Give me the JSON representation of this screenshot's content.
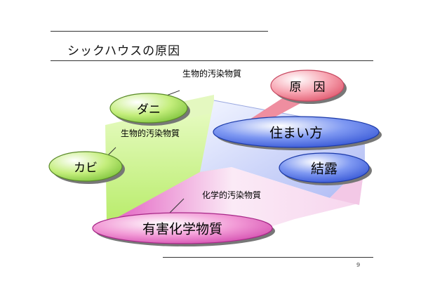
{
  "slide": {
    "title": "シックハウスの原因",
    "page_number": "9"
  },
  "labels": {
    "biological_top": "生物的汚染物質",
    "biological_mid": "生物的汚染物質",
    "chemical": "化学的汚染物質"
  },
  "ovals": {
    "cause": "原　因",
    "mite": "ダニ",
    "mold": "カビ",
    "living": "住まい方",
    "condensation": "結露",
    "chemicals": "有害化学物質"
  },
  "colors": {
    "green": "#c8f07a",
    "blue": "#5a78e8",
    "pink": "#f27fc8",
    "cause_red": "#f07a8c"
  }
}
